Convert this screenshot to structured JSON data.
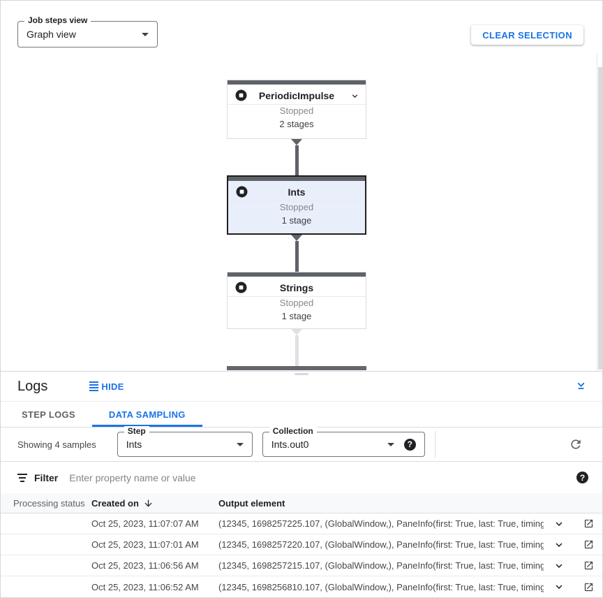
{
  "colors": {
    "accent_blue": "#1a73e8",
    "selected_node_bg": "#e9eefb",
    "node_topbar": "#5f6368",
    "edge_dark": "#5f6368",
    "edge_light": "#dfe1e5"
  },
  "graph": {
    "steps_view_label": "Job steps view",
    "steps_view_value": "Graph view",
    "clear_selection_label": "CLEAR SELECTION",
    "nodes": [
      {
        "title": "PeriodicImpulse",
        "status": "Stopped",
        "stages": "2 stages",
        "selected": false
      },
      {
        "title": "Ints",
        "status": "Stopped",
        "stages": "1 stage",
        "selected": true
      },
      {
        "title": "Strings",
        "status": "Stopped",
        "stages": "1 stage",
        "selected": false
      }
    ]
  },
  "icons": {
    "help_glyph": "?"
  },
  "logs": {
    "title": "Logs",
    "hide_label": "HIDE",
    "tabs": [
      {
        "label": "STEP LOGS"
      },
      {
        "label": "DATA SAMPLING"
      }
    ],
    "toolbar": {
      "showing_text": "Showing 4 samples",
      "step_label": "Step",
      "step_value": "Ints",
      "collection_label": "Collection",
      "collection_value": "Ints.out0"
    },
    "filter": {
      "label": "Filter",
      "placeholder": "Enter property name or value"
    },
    "table": {
      "columns": [
        "Processing status",
        "Created on",
        "Output element"
      ],
      "rows": [
        {
          "created_on": "Oct 25, 2023, 11:07:07 AM",
          "output_element": "(12345, 1698257225.107, (GlobalWindow,), PaneInfo(first: True, last: True, timing…"
        },
        {
          "created_on": "Oct 25, 2023, 11:07:01 AM",
          "output_element": "(12345, 1698257220.107, (GlobalWindow,), PaneInfo(first: True, last: True, timing…"
        },
        {
          "created_on": "Oct 25, 2023, 11:06:56 AM",
          "output_element": "(12345, 1698257215.107, (GlobalWindow,), PaneInfo(first: True, last: True, timing…"
        },
        {
          "created_on": "Oct 25, 2023, 11:06:52 AM",
          "output_element": "(12345, 1698256810.107, (GlobalWindow,), PaneInfo(first: True, last: True, timing…"
        }
      ]
    }
  }
}
